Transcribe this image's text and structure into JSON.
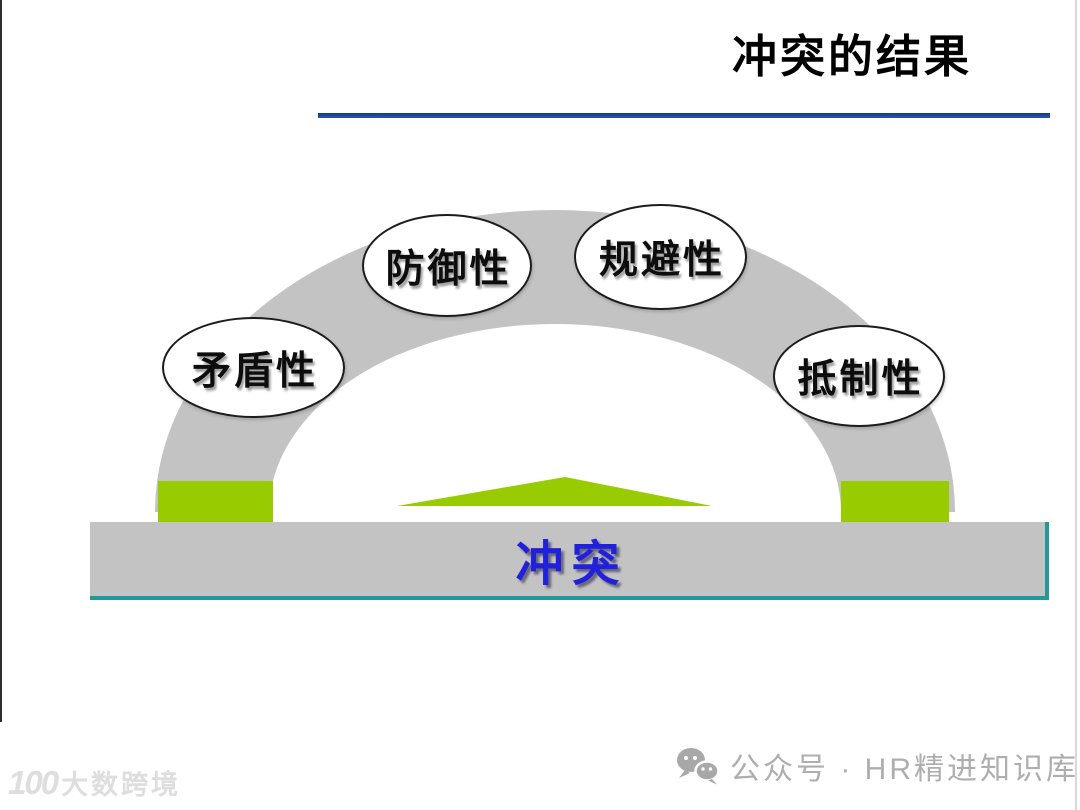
{
  "slide": {
    "title": "冲突的结果"
  },
  "diagram": {
    "nodes": [
      {
        "label": "矛盾性"
      },
      {
        "label": "防御性"
      },
      {
        "label": "规避性"
      },
      {
        "label": "抵制性"
      }
    ],
    "base_label": "冲突",
    "colors": {
      "arch_gray": "#c3c3c3",
      "accent_green": "#99cc00",
      "teal_underline": "#219999",
      "base_text_blue": "#2020dd",
      "divider_blue": "#1f4ba5",
      "node_border": "#1c1c1c"
    }
  },
  "footer": {
    "watermark_logo": "100",
    "watermark_text": "大数跨境",
    "wechat_icon": "wechat-icon",
    "account_text": "公众号 · HR精进知识库"
  }
}
